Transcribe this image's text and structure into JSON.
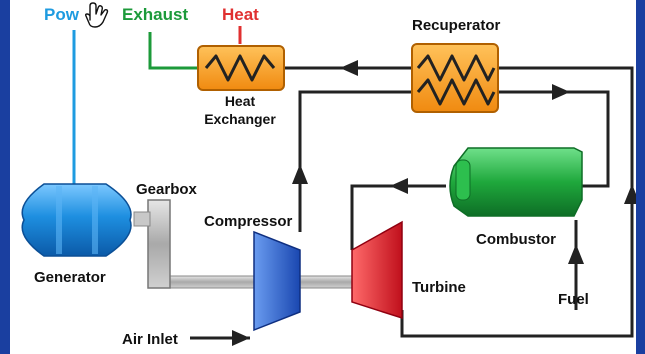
{
  "labels": {
    "power": "Pow",
    "exhaust": "Exhaust",
    "heat": "Heat",
    "recuperator": "Recuperator",
    "heat_exchanger_line1": "Heat",
    "heat_exchanger_line2": "Exchanger",
    "gearbox": "Gearbox",
    "compressor": "Compressor",
    "generator": "Generator",
    "combustor": "Combustor",
    "turbine": "Turbine",
    "fuel": "Fuel",
    "air_inlet": "Air Inlet"
  },
  "colors": {
    "frame": "#1a3fa0",
    "power": "#1e9be0",
    "exhaust": "#1c9a3a",
    "heat": "#e03030",
    "pipe": "#222222",
    "exchanger": "#f6a21e",
    "generator": "#1e8fe0",
    "compressor": "#1d5cc8",
    "turbine": "#e0202c",
    "combustor": "#1fa83c",
    "gearbox": "#b9b9b9"
  },
  "icons": {
    "cursor": "hand-pointer-icon"
  }
}
